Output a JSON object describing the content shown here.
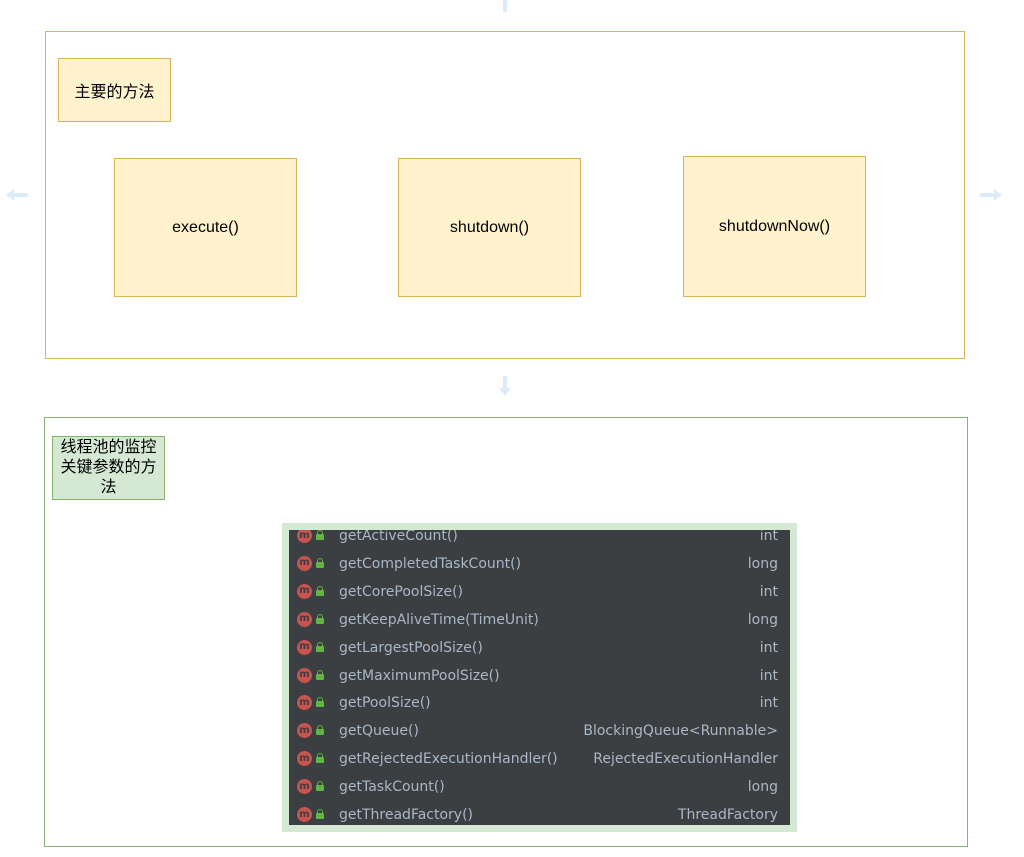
{
  "top_group": {
    "label": "主要的方法",
    "methods": [
      "execute()",
      "shutdown()",
      "shutdownNow()"
    ]
  },
  "bottom_group": {
    "label": "线程池的监控关键参数的方法"
  },
  "method_list": {
    "icon_letter": "m",
    "rows": [
      {
        "name": "getActiveCount()",
        "type": "int"
      },
      {
        "name": "getCompletedTaskCount()",
        "type": "long"
      },
      {
        "name": "getCorePoolSize()",
        "type": "int"
      },
      {
        "name": "getKeepAliveTime(TimeUnit)",
        "type": "long"
      },
      {
        "name": "getLargestPoolSize()",
        "type": "int"
      },
      {
        "name": "getMaximumPoolSize()",
        "type": "int"
      },
      {
        "name": "getPoolSize()",
        "type": "int"
      },
      {
        "name": "getQueue()",
        "type": "BlockingQueue<Runnable>"
      },
      {
        "name": "getRejectedExecutionHandler()",
        "type": "RejectedExecutionHandler"
      },
      {
        "name": "getTaskCount()",
        "type": "long"
      },
      {
        "name": "getThreadFactory()",
        "type": "ThreadFactory"
      }
    ]
  },
  "colors": {
    "yellow_fill": "#fff2cc",
    "yellow_stroke": "#d6b656",
    "green_fill": "#d5e8d4",
    "green_stroke": "#82b366",
    "ide_background": "#3c3f41",
    "ide_text": "#a9b7c6",
    "method_icon": "#c75450",
    "lock_icon": "#62b543"
  }
}
